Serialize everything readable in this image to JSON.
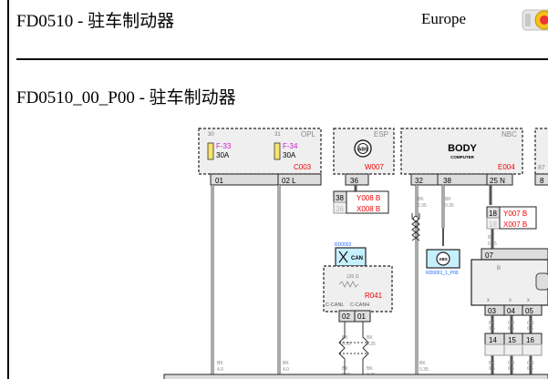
{
  "header": {
    "title": "FD0510 - 驻车制动器",
    "region": "Europe"
  },
  "section": {
    "title": "FD0510_00_P00 - 驻车制动器"
  },
  "diagram": {
    "opl_box": {
      "label": "OPL",
      "fuse_a": "F-33",
      "fuse_a_rating": "30A",
      "fuse_b": "F-34",
      "fuse_b_rating": "30A",
      "connector": "C003",
      "pin_a": "01",
      "pin_b": "02 L"
    },
    "esp_box": {
      "label": "ESP",
      "icon": "abs-icon",
      "connector": "W007",
      "pin": "36"
    },
    "nbc_box": {
      "label": "NBC",
      "body_title": "BODY",
      "body_sub": "COMPUTER",
      "connector": "E004",
      "pin_a": "32",
      "pin_b": "38",
      "pin_c": "25 N"
    },
    "connector_y008": {
      "pin_a": "38",
      "label_a": "Y008 B",
      "pin_b": "36",
      "label_b": "X008 B"
    },
    "connector_y007": {
      "pin_a": "18",
      "label_a": "Y007 B",
      "pin_b": "18",
      "label_b": "X007 B"
    },
    "can_node": {
      "ref": "RD0002",
      "label": "CAN"
    },
    "r041_box": {
      "resistor": "120 Ω",
      "pin_l": "C-CANL",
      "pin_h": "C-CANH",
      "connector": "R041",
      "pin_a": "02",
      "pin_b": "01"
    },
    "abs_node": {
      "icon": "abs-icon",
      "ref": "RD0001_1_P00"
    },
    "right_module": {
      "pin_top": "07",
      "pins_row1": [
        "03",
        "04",
        "05"
      ],
      "pins_row2": [
        "14",
        "15",
        "16"
      ]
    },
    "fragment_pins": {
      "right_top": "87",
      "right_pin": "8"
    }
  }
}
